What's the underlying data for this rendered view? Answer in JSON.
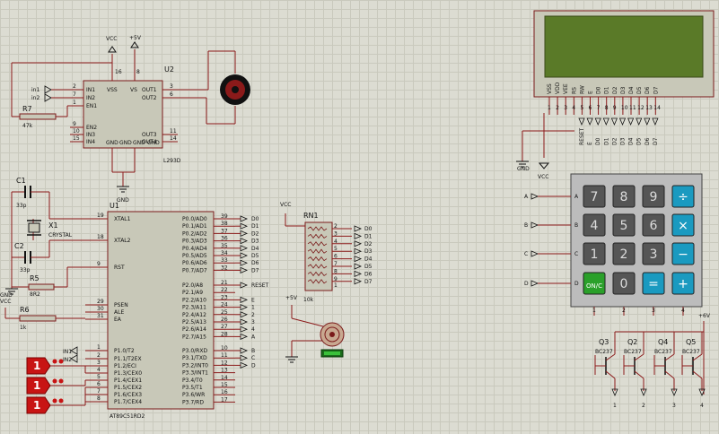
{
  "power": {
    "vcc": "VCC",
    "plus5v": "+5V",
    "gnd": "GND",
    "plus6v": "+6V"
  },
  "u2": {
    "ref": "U2",
    "part": "L293D",
    "pins_left": [
      {
        "num": "2",
        "name": "IN1"
      },
      {
        "num": "7",
        "name": "IN2"
      },
      {
        "num": "1",
        "name": "EN1"
      },
      {
        "num": "9",
        "name": "EN2"
      },
      {
        "num": "10",
        "name": "IN3"
      },
      {
        "num": "15",
        "name": "IN4"
      }
    ],
    "pins_right": [
      {
        "num": "3",
        "name": "OUT1"
      },
      {
        "num": "6",
        "name": "OUT2"
      },
      {
        "num": "11",
        "name": "OUT3"
      },
      {
        "num": "14",
        "name": "OUT4"
      }
    ],
    "top_pins": [
      {
        "num": "16",
        "name": "VSS"
      },
      {
        "num": "8",
        "name": "VS"
      }
    ],
    "bottom_pins": [
      {
        "name": "GND"
      },
      {
        "name": "GND"
      },
      {
        "name": "GND"
      },
      {
        "name": "GND"
      }
    ],
    "input_labels": [
      "in1",
      "in2"
    ]
  },
  "r7": {
    "ref": "R7",
    "value": "47k"
  },
  "u1": {
    "ref": "U1",
    "part": "AT89C51RD2",
    "left_pins": [
      {
        "num": "19",
        "name": "XTAL1"
      },
      {
        "num": "18",
        "name": "XTAL2"
      },
      {
        "num": "9",
        "name": "RST"
      },
      {
        "num": "29",
        "name": "PSEN"
      },
      {
        "num": "30",
        "name": "ALE"
      },
      {
        "num": "31",
        "name": "EA"
      },
      {
        "num": "1",
        "name": "P1.0/T2"
      },
      {
        "num": "2",
        "name": "P1.1/T2EX"
      },
      {
        "num": "3",
        "name": "P1.2/ECI"
      },
      {
        "num": "4",
        "name": "P1.3/CEX0"
      },
      {
        "num": "5",
        "name": "P1.4/CEX1"
      },
      {
        "num": "6",
        "name": "P1.5/CEX2"
      },
      {
        "num": "7",
        "name": "P1.6/CEX3"
      },
      {
        "num": "8",
        "name": "P1.7/CEX4"
      }
    ],
    "right_pins": [
      {
        "num": "39",
        "name": "P0.0/AD0",
        "net": "D0"
      },
      {
        "num": "38",
        "name": "P0.1/AD1",
        "net": "D1"
      },
      {
        "num": "37",
        "name": "P0.2/AD2",
        "net": "D2"
      },
      {
        "num": "36",
        "name": "P0.3/AD3",
        "net": "D3"
      },
      {
        "num": "35",
        "name": "P0.4/AD4",
        "net": "D4"
      },
      {
        "num": "34",
        "name": "P0.5/AD5",
        "net": "D5"
      },
      {
        "num": "33",
        "name": "P0.6/AD6",
        "net": "D6"
      },
      {
        "num": "32",
        "name": "P0.7/AD7",
        "net": "D7"
      },
      {
        "num": "21",
        "name": "P2.0/A8",
        "net": "RESET"
      },
      {
        "num": "22",
        "name": "P2.1/A9",
        "net": ""
      },
      {
        "num": "23",
        "name": "P2.2/A10",
        "net": "E"
      },
      {
        "num": "24",
        "name": "P2.3/A11",
        "net": "1"
      },
      {
        "num": "25",
        "name": "P2.4/A12",
        "net": "2"
      },
      {
        "num": "26",
        "name": "P2.5/A13",
        "net": "3"
      },
      {
        "num": "27",
        "name": "P2.6/A14",
        "net": "4"
      },
      {
        "num": "28",
        "name": "P2.7/A15",
        "net": "A"
      },
      {
        "num": "10",
        "name": "P3.0/RXD",
        "net": "B"
      },
      {
        "num": "11",
        "name": "P3.1/TXD",
        "net": "C"
      },
      {
        "num": "12",
        "name": "P3.2/INT0",
        "net": "D"
      },
      {
        "num": "13",
        "name": "P3.3/INT1",
        "net": ""
      },
      {
        "num": "14",
        "name": "P3.4/T0",
        "net": ""
      },
      {
        "num": "15",
        "name": "P3.5/T1",
        "net": ""
      },
      {
        "num": "16",
        "name": "P3.6/WR",
        "net": ""
      },
      {
        "num": "17",
        "name": "P3.7/RD",
        "net": ""
      }
    ],
    "p1_labels": [
      "IN1",
      "IN2"
    ]
  },
  "c1": {
    "ref": "C1",
    "value": "33p"
  },
  "c2": {
    "ref": "C2",
    "value": "33p"
  },
  "x1": {
    "ref": "X1",
    "value": "CRYSTAL"
  },
  "r5": {
    "ref": "R5",
    "value": "8R2"
  },
  "r6": {
    "ref": "R6",
    "value": "1k"
  },
  "rn1": {
    "ref": "RN1",
    "value": "10k",
    "pins": [
      "1",
      "2",
      "3",
      "4",
      "5",
      "6",
      "7",
      "8",
      "9"
    ],
    "nets": [
      "D0",
      "D1",
      "D2",
      "D3",
      "D4",
      "D5",
      "D6",
      "D7"
    ]
  },
  "logic_probes": [
    "1",
    "1",
    "1"
  ],
  "buzzer_value": "",
  "lcd": {
    "pins": [
      {
        "num": "1",
        "name": "VSS"
      },
      {
        "num": "2",
        "name": "VDD"
      },
      {
        "num": "3",
        "name": "VEE"
      },
      {
        "num": "4",
        "name": "RS"
      },
      {
        "num": "5",
        "name": "RW"
      },
      {
        "num": "6",
        "name": "E"
      },
      {
        "num": "7",
        "name": "D0"
      },
      {
        "num": "8",
        "name": "D1"
      },
      {
        "num": "9",
        "name": "D2"
      },
      {
        "num": "10",
        "name": "D3"
      },
      {
        "num": "11",
        "name": "D4"
      },
      {
        "num": "12",
        "name": "D5"
      },
      {
        "num": "13",
        "name": "D6"
      },
      {
        "num": "14",
        "name": "D7"
      }
    ],
    "net_labels": [
      "RESET",
      "E",
      "D0",
      "D1",
      "D2",
      "D3",
      "D4",
      "D5",
      "D6",
      "D7"
    ]
  },
  "keypad": {
    "rows": [
      "A",
      "B",
      "C",
      "D"
    ],
    "cols": [
      "1",
      "2",
      "3",
      "4"
    ],
    "keys": [
      [
        "7",
        "8",
        "9",
        "÷"
      ],
      [
        "4",
        "5",
        "6",
        "×"
      ],
      [
        "1",
        "2",
        "3",
        "−"
      ],
      [
        "ON/C",
        "0",
        "=",
        "+"
      ]
    ]
  },
  "transistors": [
    {
      "ref": "Q3",
      "part": "BC237",
      "out": "1"
    },
    {
      "ref": "Q2",
      "part": "BC237",
      "out": "2"
    },
    {
      "ref": "Q4",
      "part": "BC237",
      "out": "3"
    },
    {
      "ref": "Q5",
      "part": "BC237",
      "out": "4"
    }
  ]
}
